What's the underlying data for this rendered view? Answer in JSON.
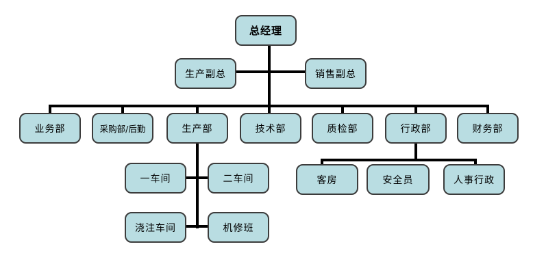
{
  "diagram": {
    "type": "org-chart",
    "background_color": "#ffffff",
    "node_fill_color": "#b9dde2",
    "node_border_color": "#3c3c3c",
    "connector_color": "#000000",
    "nodes": {
      "gm": {
        "label": "总经理",
        "level": 1,
        "parent": null
      },
      "vp_prod": {
        "label": "生产副总",
        "level": 2,
        "parent": "总经理"
      },
      "vp_sales": {
        "label": "销售副总",
        "level": 2,
        "parent": "总经理"
      },
      "biz": {
        "label": "业务部",
        "level": 3,
        "parent": "总经理"
      },
      "purchase": {
        "label": "采购部/后勤",
        "level": 3,
        "parent": "总经理"
      },
      "prod": {
        "label": "生产部",
        "level": 3,
        "parent": "总经理"
      },
      "tech": {
        "label": "技术部",
        "level": 3,
        "parent": "总经理"
      },
      "qc": {
        "label": "质检部",
        "level": 3,
        "parent": "总经理"
      },
      "admin": {
        "label": "行政部",
        "level": 3,
        "parent": "总经理"
      },
      "finance": {
        "label": "财务部",
        "level": 3,
        "parent": "总经理"
      },
      "workshop1": {
        "label": "一车间",
        "level": 4,
        "parent": "生产部"
      },
      "workshop2": {
        "label": "二车间",
        "level": 4,
        "parent": "生产部"
      },
      "casting": {
        "label": "浇注车间",
        "level": 4,
        "parent": "生产部"
      },
      "repair": {
        "label": "机修班",
        "level": 4,
        "parent": "生产部"
      },
      "rooms": {
        "label": "客房",
        "level": 4,
        "parent": "行政部"
      },
      "safety": {
        "label": "安全员",
        "level": 4,
        "parent": "行政部"
      },
      "hr": {
        "label": "人事行政",
        "level": 4,
        "parent": "行政部"
      }
    }
  }
}
